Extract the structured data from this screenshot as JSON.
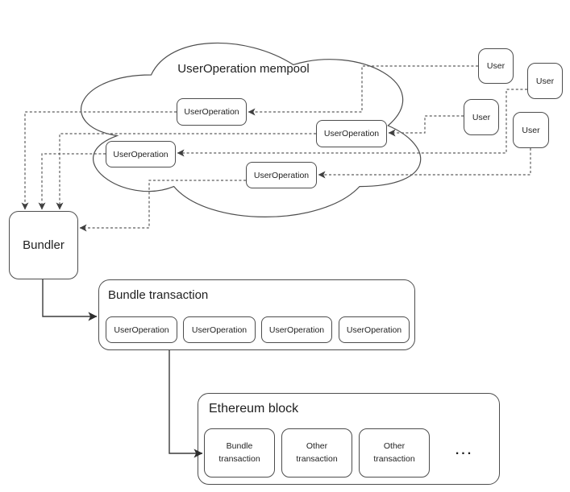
{
  "mempool": {
    "title": "UserOperation mempool",
    "operations": [
      "UserOperation",
      "UserOperation",
      "UserOperation",
      "UserOperation"
    ]
  },
  "users": [
    {
      "label": "User"
    },
    {
      "label": "User"
    },
    {
      "label": "User"
    },
    {
      "label": "User"
    }
  ],
  "bundler": {
    "label": "Bundler"
  },
  "bundle_transaction": {
    "title": "Bundle transaction",
    "operations": [
      "UserOperation",
      "UserOperation",
      "UserOperation",
      "UserOperation"
    ]
  },
  "ethereum_block": {
    "title": "Ethereum block",
    "transactions": [
      {
        "line1": "Bundle",
        "line2": "transaction"
      },
      {
        "line1": "Other",
        "line2": "transaction"
      },
      {
        "line1": "Other",
        "line2": "transaction"
      }
    ],
    "more_indicator": "..."
  },
  "colors": {
    "box_border": "#4d4d4d",
    "dashed_connector": "#5c5c5c",
    "solid_connector": "#3b3b3b",
    "background": "#ffffff"
  }
}
